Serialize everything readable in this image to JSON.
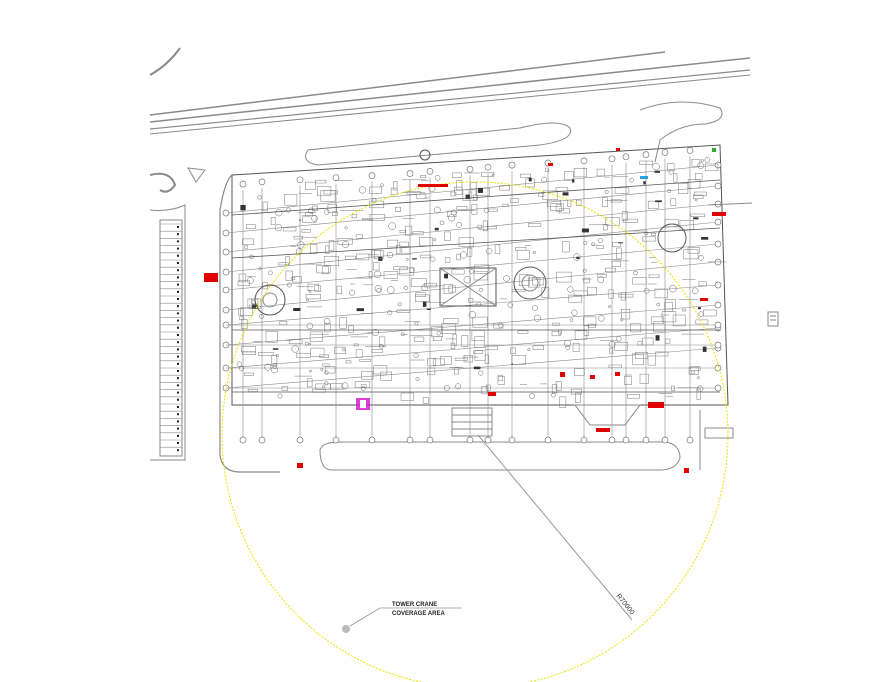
{
  "drawing": {
    "annotation_line1": "TOWER CRANE",
    "annotation_line2": "COVERAGE AREA",
    "radius_label": "R70000"
  },
  "colors": {
    "background": "#ffffff",
    "linework": "#8a8a8a",
    "coverage_circle": "#e6e600",
    "highlight": "#e00000",
    "green_marker": "#2eae2e",
    "magenta_marker": "#d020d0"
  }
}
